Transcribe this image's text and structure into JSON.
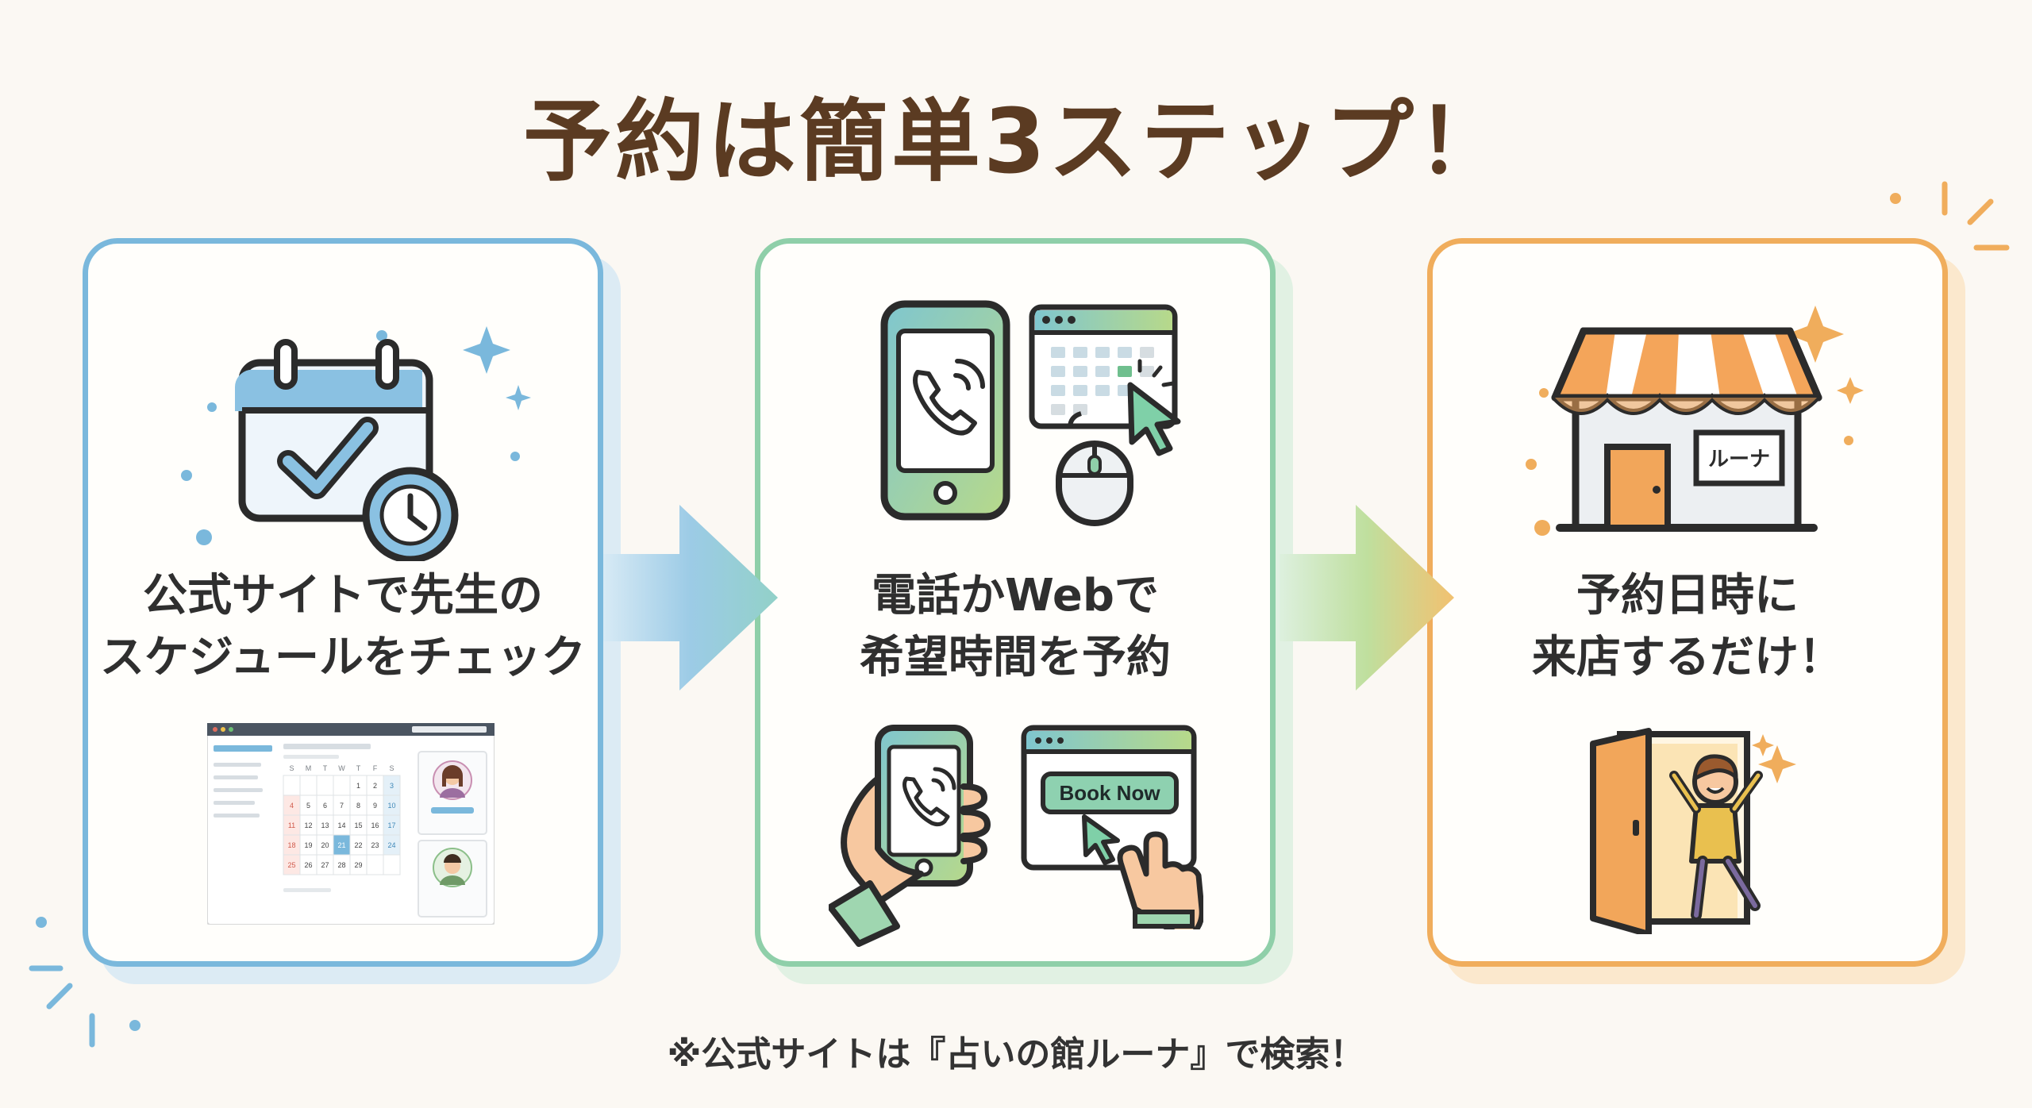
{
  "title": "予約は簡単3ステップ！",
  "steps": [
    {
      "line1": "公式サイトで先生の",
      "line2": "スケジュールをチェック",
      "color": "#7ab8dc",
      "calendar": {
        "weekdays": [
          "S",
          "M",
          "T",
          "W",
          "T",
          "F",
          "S"
        ],
        "rows": [
          [
            "",
            "",
            "",
            "",
            "1",
            "2",
            "3"
          ],
          [
            "4",
            "5",
            "6",
            "7",
            "8",
            "9",
            "10"
          ],
          [
            "11",
            "12",
            "13",
            "14",
            "15",
            "16",
            "17"
          ],
          [
            "18",
            "19",
            "20",
            "21",
            "22",
            "23",
            "24"
          ],
          [
            "25",
            "26",
            "27",
            "28",
            "29",
            "",
            ""
          ]
        ]
      }
    },
    {
      "line1": "電話かWebで",
      "line2": "希望時間を予約",
      "color": "#8fcfa9",
      "button_label": "Book Now"
    },
    {
      "line1": "予約日時に",
      "line2": "来店するだけ！",
      "color": "#f0ad5c",
      "shop_sign": "ルーナ"
    }
  ],
  "footnote": "※公式サイトは『占いの館ルーナ』で検索！"
}
